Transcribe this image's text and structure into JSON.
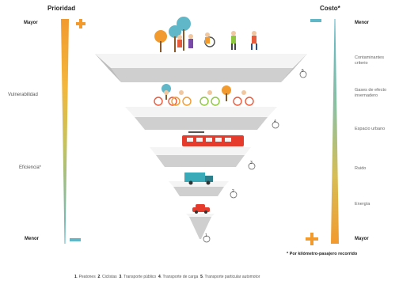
{
  "left_axis": {
    "title": "Prioridad",
    "top_label": "Mayor",
    "bottom_label": "Menor",
    "labels": [
      "Vulnerabilidad",
      "Eficiencia*"
    ]
  },
  "right_axis": {
    "title": "Costo*",
    "top_label": "Menor",
    "bottom_label": "Mayor",
    "labels": [
      "Contaminantes criterio",
      "Gases de efecto invernadero",
      "Espacio urbano",
      "Ruido",
      "Energía"
    ]
  },
  "levels": [
    {
      "number": "1",
      "name": "Peatones"
    },
    {
      "number": "2",
      "name": "Ciclistas"
    },
    {
      "number": "3",
      "name": "Transporte público"
    },
    {
      "number": "4",
      "name": "Transporte de carga"
    },
    {
      "number": "5",
      "name": "Transporte particular automotor"
    }
  ],
  "level_markers": [
    "5",
    "4",
    "3",
    "2",
    "1"
  ],
  "footnote": "* Por kilómetro-pasajero recorrido",
  "colors": {
    "orange": "#f29a2e",
    "teal": "#5fb7c8",
    "slab_top": "#f4f4f4",
    "slab_side": "#c9c9c9"
  }
}
